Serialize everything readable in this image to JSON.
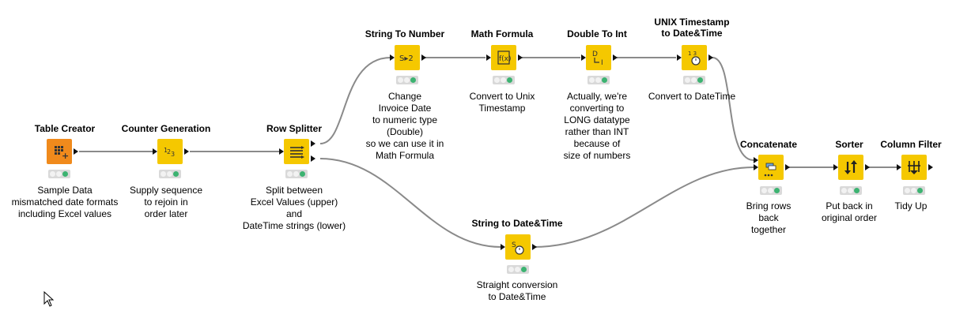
{
  "nodes": [
    {
      "id": "table-creator",
      "title": "Table Creator",
      "desc": "Sample Data\nmismatched date formats\nincluding Excel values",
      "color": "orange",
      "icon": "table-creator-icon"
    },
    {
      "id": "counter-generation",
      "title": "Counter Generation",
      "desc": "Supply sequence\nto rejoin in\norder later",
      "color": "yellow",
      "icon": "counter-icon"
    },
    {
      "id": "row-splitter",
      "title": "Row Splitter",
      "desc": "Split between\nExcel Values (upper)\nand\nDateTime strings (lower)",
      "color": "yellow",
      "icon": "row-splitter-icon"
    },
    {
      "id": "string-to-number",
      "title": "String To Number",
      "desc": "Change\nInvoice Date\nto numeric type\n(Double)\nso we can use it in\nMath Formula",
      "color": "yellow",
      "icon": "string-to-number-icon"
    },
    {
      "id": "math-formula",
      "title": "Math Formula",
      "desc": "Convert to Unix\nTimestamp",
      "color": "yellow",
      "icon": "math-formula-icon"
    },
    {
      "id": "double-to-int",
      "title": "Double To Int",
      "desc": "Actually, we're\nconverting to\nLONG datatype\nrather than INT\nbecause of\nsize of numbers",
      "color": "yellow",
      "icon": "double-to-int-icon"
    },
    {
      "id": "unix-timestamp",
      "title": "UNIX Timestamp\nto Date&Time",
      "desc": "Convert to DateTime",
      "color": "yellow",
      "icon": "unix-timestamp-icon"
    },
    {
      "id": "string-to-datetime",
      "title": "String to Date&Time",
      "desc": "Straight conversion\nto Date&Time",
      "color": "yellow",
      "icon": "string-to-datetime-icon"
    },
    {
      "id": "concatenate",
      "title": "Concatenate",
      "desc": "Bring rows\nback\ntogether",
      "color": "yellow",
      "icon": "concatenate-icon"
    },
    {
      "id": "sorter",
      "title": "Sorter",
      "desc": "Put back in\noriginal order",
      "color": "yellow",
      "icon": "sorter-icon"
    },
    {
      "id": "column-filter",
      "title": "Column Filter",
      "desc": "Tidy Up",
      "color": "yellow",
      "icon": "column-filter-icon"
    }
  ],
  "glyphs": {
    "counter": "1 2 3",
    "string_to_number": "S▸2",
    "math_formula": "f(x)",
    "double_to_int_top": "D",
    "double_to_int_bottom": "I",
    "unix": "1 3",
    "string_to_dt": "S"
  },
  "colors": {
    "node_yellow": "#f5c800",
    "node_orange": "#f08a1c",
    "connection": "#8a8a8a",
    "status_green": "#3cb371"
  }
}
